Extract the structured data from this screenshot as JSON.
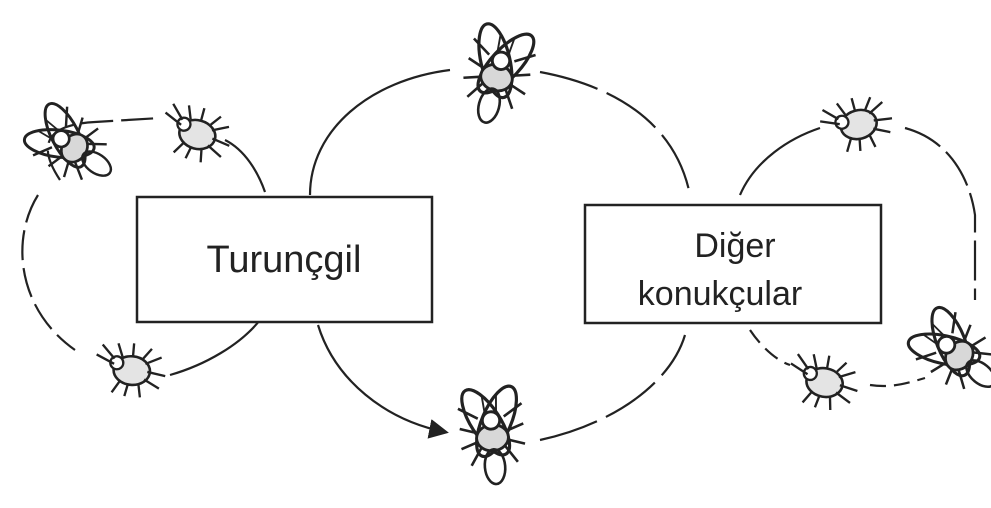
{
  "diagram": {
    "boxes": {
      "left": {
        "label": "Turunçgil"
      },
      "right": {
        "line1": "Diğer",
        "line2": "konukçular"
      }
    },
    "icons": {
      "winged": "winged-aphid-icon",
      "wingless": "wingless-aphid-icon"
    },
    "colors": {
      "ink": "#222222",
      "background": "#ffffff"
    }
  }
}
